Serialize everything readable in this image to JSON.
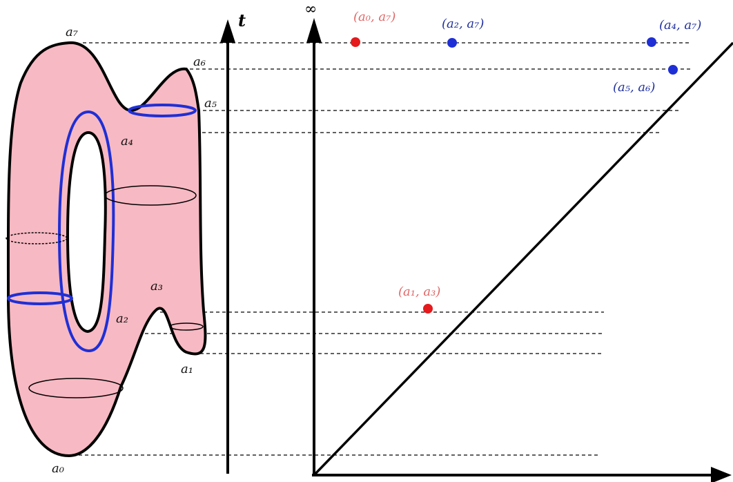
{
  "figure": {
    "time_axis_label": "t",
    "infinity_label": "∞",
    "critical_levels": [
      {
        "id": "a7",
        "label": "a₇"
      },
      {
        "id": "a6",
        "label": "a₆"
      },
      {
        "id": "a5",
        "label": "a₅"
      },
      {
        "id": "a4",
        "label": "a₄"
      },
      {
        "id": "a3",
        "label": "a₃"
      },
      {
        "id": "a2",
        "label": "a₂"
      },
      {
        "id": "a1",
        "label": "a₁"
      },
      {
        "id": "a0",
        "label": "a₀"
      }
    ],
    "persistence_points": [
      {
        "label": "(a₀, a₇)",
        "birth": "a0",
        "death": "a7",
        "color": "#e41a1c"
      },
      {
        "label": "(a₂, a₇)",
        "birth": "a2",
        "death": "a7",
        "color": "#1f2fd6"
      },
      {
        "label": "(a₄, a₇)",
        "birth": "a4",
        "death": "a7",
        "color": "#1f2fd6"
      },
      {
        "label": "(a₅, a₆)",
        "birth": "a5",
        "death": "a6",
        "color": "#1f2fd6"
      },
      {
        "label": "(a₁, a₃)",
        "birth": "a1",
        "death": "a3",
        "color": "#e41a1c"
      }
    ],
    "colors": {
      "surface_fill": "#f7b9c3",
      "surface_outline": "#000000",
      "highlight_loop": "#1f2fd6",
      "point_red": "#e41a1c",
      "point_blue": "#1f2fd6",
      "label_red": "#e06666",
      "label_blue": "#1f2f9e"
    }
  }
}
